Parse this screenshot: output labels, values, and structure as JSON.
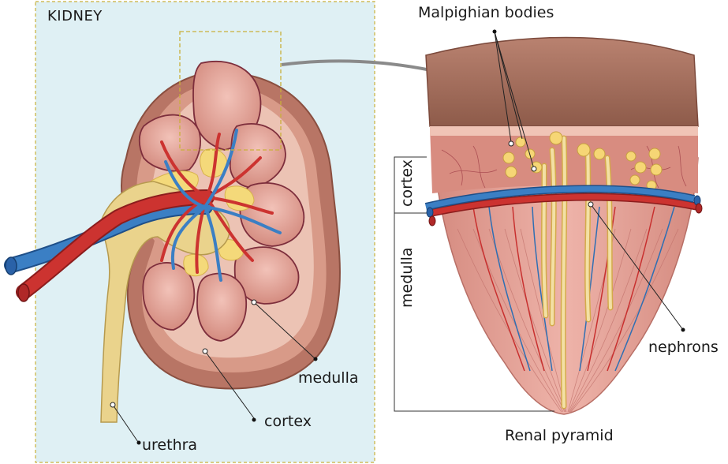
{
  "panel_title": "KIDNEY",
  "labels": {
    "medulla_left": "medulla",
    "cortex_left": "cortex",
    "urethra": "urethra",
    "malpighian": "Malpighian bodies",
    "cortex_right": "cortex",
    "medulla_right": "medulla",
    "nephrons": "nephrons",
    "renal_pyramid": "Renal pyramid"
  },
  "colors": {
    "panel_bg": "#dff0f4",
    "panel_border": "#c9b03a",
    "kidney_outer": "#c98a78",
    "kidney_inner": "#e7b8aa",
    "pyramid": "#e6a39a",
    "vein": "#2f6fb3",
    "artery": "#c8302f",
    "ureter": "#e9d38a",
    "fat": "#f4d97a",
    "cap": "#a9725f"
  }
}
